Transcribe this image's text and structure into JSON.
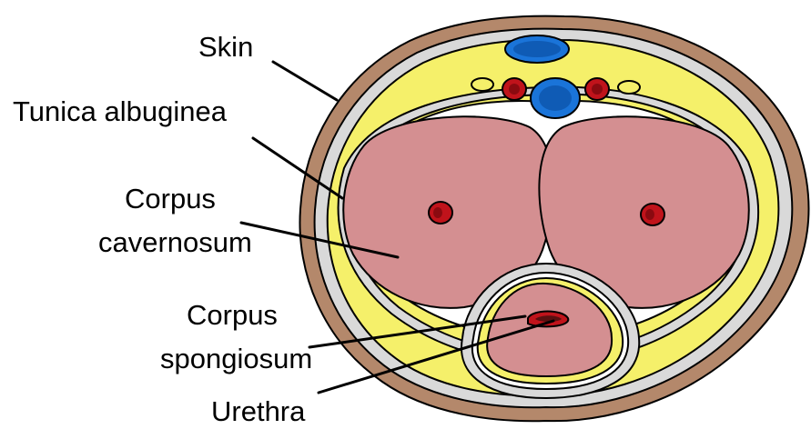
{
  "labels": {
    "skin": "Skin",
    "tunica_albuginea": "Tunica albuginea",
    "corpus_cavernosum_line1": "Corpus",
    "corpus_cavernosum_line2": "cavernosum",
    "corpus_spongiosum_line1": "Corpus",
    "corpus_spongiosum_line2": "spongiosum",
    "urethra": "Urethra"
  },
  "colors": {
    "skin": "#b4886b",
    "fascia": "#d9d9d9",
    "fat": "#f5f06a",
    "tunica": "#ffffff",
    "erectile_tissue": "#d48f91",
    "artery": "#c0131b",
    "vein": "#1a74d9",
    "nerve": "#f5f06a",
    "urethra_lumen": "#5a1010"
  }
}
